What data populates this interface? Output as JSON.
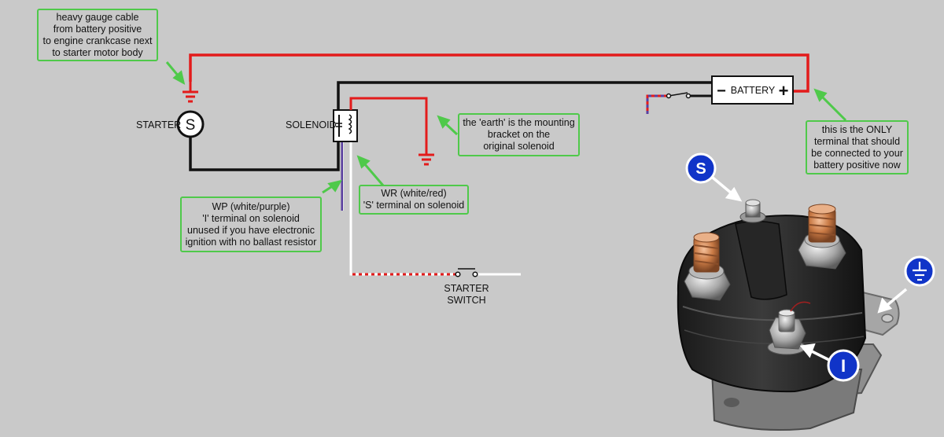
{
  "labels": {
    "starter": "STARTER",
    "starter_symbol": "S",
    "solenoid": "SOLENOID",
    "battery": "BATTERY",
    "battery_minus": "−",
    "battery_plus": "+",
    "starter_switch_line1": "STARTER",
    "starter_switch_line2": "SWITCH"
  },
  "notes": {
    "cable": [
      "heavy gauge cable",
      "from battery positive",
      "to engine crankcase next",
      "to starter motor body"
    ],
    "earth": [
      "the 'earth' is the mounting",
      "bracket on the",
      "original solenoid"
    ],
    "only": [
      "this is the ONLY",
      "terminal that should",
      "be connected to your",
      "battery positive now"
    ],
    "wp": [
      "WP (white/purple)",
      "'I' terminal on solenoid",
      "unused if you have electronic",
      "ignition with no ballast resistor"
    ],
    "wr": [
      "WR (white/red)",
      "'S' terminal on solenoid"
    ]
  },
  "badges": {
    "s": "S",
    "i": "I",
    "ground": "ground-symbol"
  },
  "colors": {
    "background": "#c9c9c9",
    "red_wire": "#e31b1b",
    "black_wire": "#111111",
    "purple_stripe": "#5a3fa0",
    "note_border": "#4fc94a",
    "badge_blue": "#1034c8",
    "arrow": "#ffffff"
  }
}
